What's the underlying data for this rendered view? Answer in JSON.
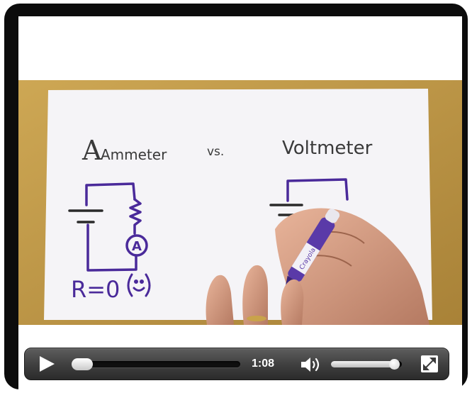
{
  "video": {
    "whiteboard_text": {
      "title_left": "Ammeter",
      "versus": "vs.",
      "title_right": "Voltmeter",
      "ammeter_symbol": "A",
      "resistance_note": "R=0"
    }
  },
  "controls": {
    "play_icon": "play-icon",
    "seek_progress": 0.0,
    "time": "1:08",
    "volume_icon": "volume-speaker-icon",
    "volume_level": 0.9,
    "fullscreen_icon": "fullscreen-icon"
  },
  "colors": {
    "frame": "#0c0c0c",
    "marker_purple": "#4a2a9a",
    "marker_black": "#2a2a2a",
    "bar": "#3e3e3e"
  }
}
